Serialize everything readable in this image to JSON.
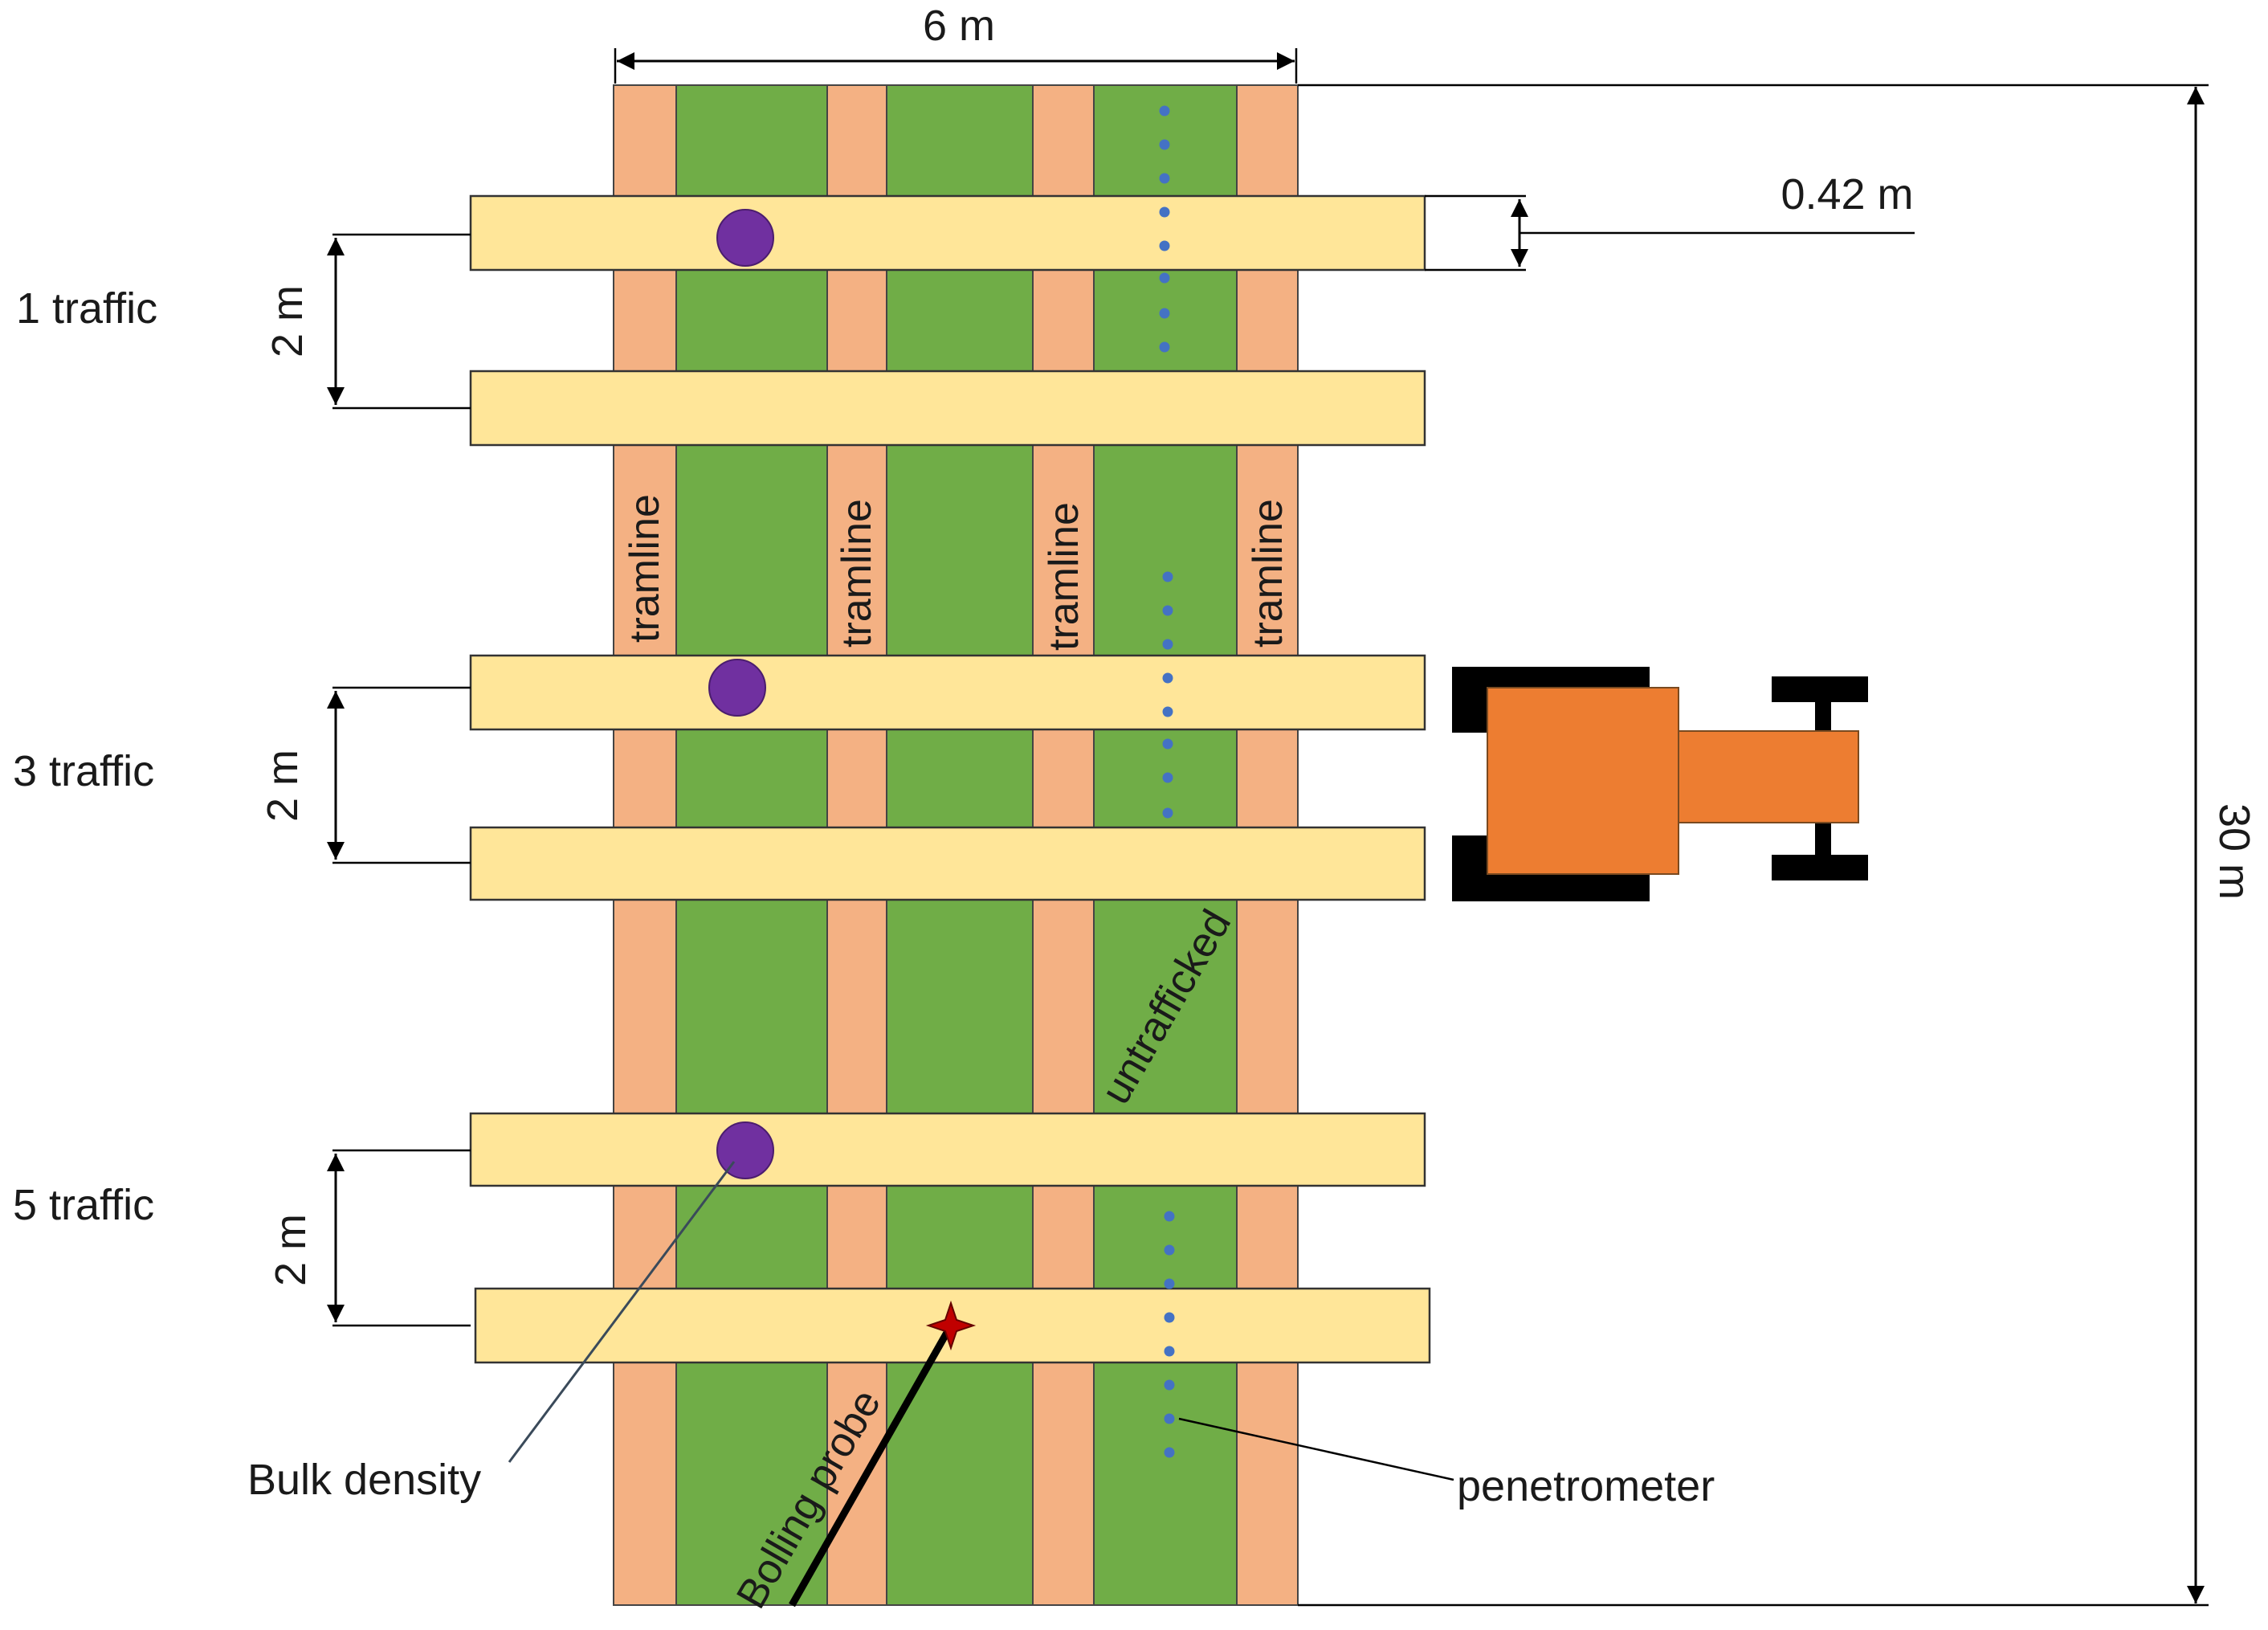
{
  "labels": {
    "width": "6 m",
    "length": "30 m",
    "strip_width": "0.42 m",
    "spacing": "2 m",
    "traffic_1": "1 traffic",
    "traffic_3": "3 traffic",
    "traffic_5": "5 traffic",
    "tramline": "tramline",
    "untrafficked": "untrafficked",
    "bulk_density": "Bulk density",
    "penetrometer": "penetrometer",
    "bolling_probe": "Bolling probe"
  },
  "colors": {
    "tramline": "#f4b183",
    "crop": "#70ad47",
    "traffic_strip": "#ffe699",
    "bulk_density_marker": "#7030a0",
    "penetrometer_dot": "#4472c4",
    "tractor_body": "#ed7d31",
    "tractor_tyre": "#000000",
    "probe_marker": "#c00000"
  },
  "icons": {
    "tractor": "tractor-icon",
    "bulk_density_marker": "circle-marker",
    "penetrometer_point": "dot-marker",
    "bolling_probe_point": "star-marker"
  }
}
